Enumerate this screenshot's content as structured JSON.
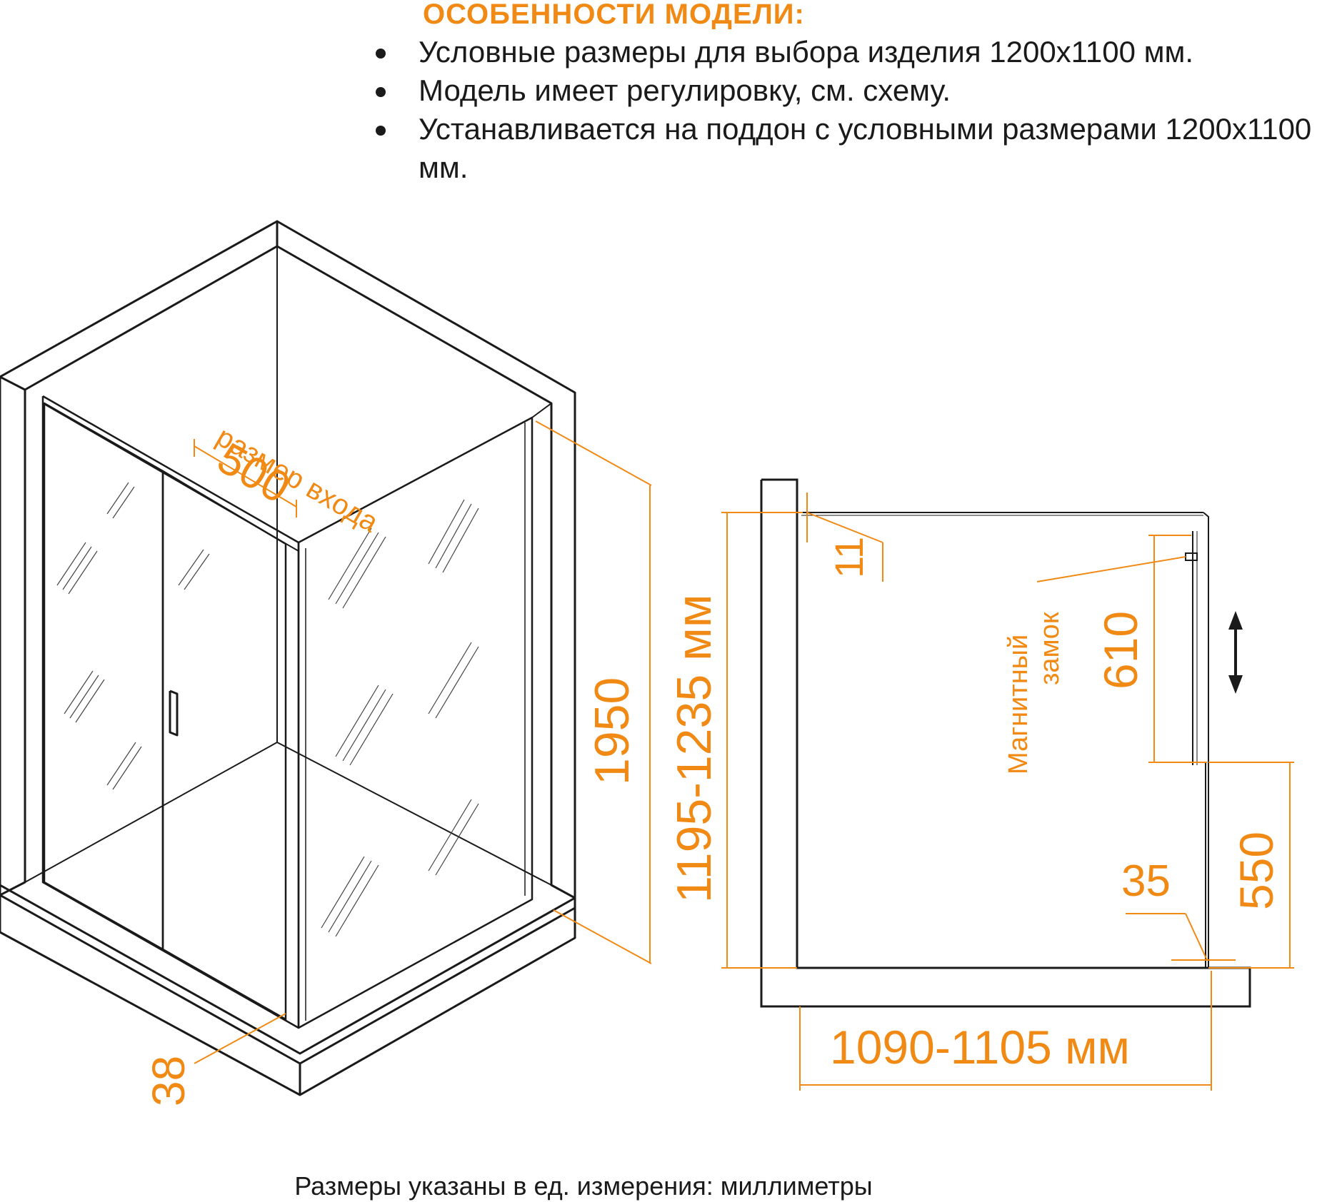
{
  "features": {
    "title": "ОСОБЕННОСТИ МОДЕЛИ:",
    "items": [
      "Условные размеры для выбора изделия 1200x1100 мм.",
      "Модель имеет регулировку, см. схему.",
      "Устанавливается на поддон с условными размерами 1200x1100 мм."
    ]
  },
  "iso_view": {
    "entrance_label": "размер входа",
    "entrance_width": "500",
    "height": "1950",
    "adjust_width": "1195-1235 мм",
    "profile_depth": "38"
  },
  "plan_view": {
    "gap_top": "11",
    "magnet_label_line1": "Магнитный",
    "magnet_label_line2": "замок",
    "door_span": "610",
    "panel_width": "550",
    "offset": "35",
    "depth_range": "1090-1105 мм"
  },
  "footer": "Размеры указаны в ед. измерения: миллиметры",
  "colors": {
    "accent": "#f08a14",
    "line": "#1a1a1a"
  }
}
